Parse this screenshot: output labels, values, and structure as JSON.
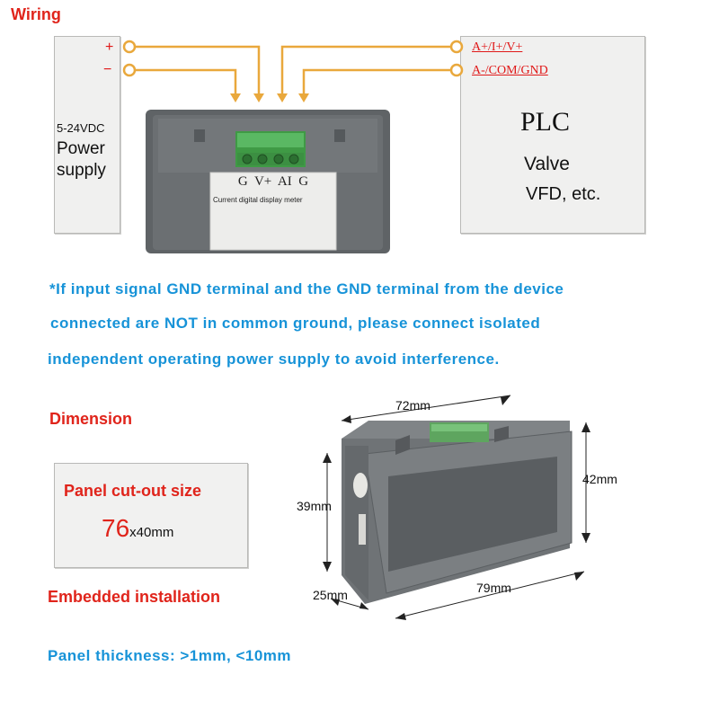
{
  "sections": {
    "wiring": "Wiring",
    "dimension": "Dimension",
    "embedded": "Embedded installation"
  },
  "power_supply": {
    "plus": "+",
    "minus": "−",
    "voltage": "5-24VDC",
    "line1": "Power",
    "line2": "supply"
  },
  "plc_box": {
    "signal_pos": "A+/I+/V+",
    "signal_neg": "A-/COM/GND",
    "title": "PLC",
    "line1": "Valve",
    "line2": "VFD, etc."
  },
  "device": {
    "terminals": "G  V+  AI  G",
    "label": "Current digital display meter"
  },
  "note": {
    "line1": "*If input signal GND terminal and the GND terminal from the device",
    "line2": "connected are NOT in common ground, please connect isolated",
    "line3": "independent operating power supply to avoid interference."
  },
  "cutout": {
    "title": "Panel cut-out size",
    "big": "76",
    "rest": "x40mm"
  },
  "dimensions": {
    "width_top": "72mm",
    "height_left": "39mm",
    "height_right": "42mm",
    "depth": "25mm",
    "width_bottom": "79mm"
  },
  "thickness": "Panel thickness: >1mm, <10mm",
  "colors": {
    "heading_red": "#e0241b",
    "note_blue": "#1793d8",
    "wire_orange": "#e9a83c",
    "terminal_green": "#4caf50",
    "device_gray": "#6b6f72"
  }
}
